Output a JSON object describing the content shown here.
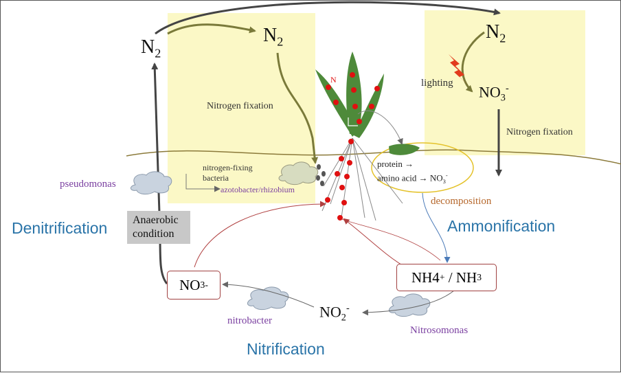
{
  "n2_left": {
    "base": "N",
    "sub": "2"
  },
  "n2_middle": {
    "base": "N",
    "sub": "2"
  },
  "n2_right": {
    "base": "N",
    "sub": "2"
  },
  "no3_top": {
    "base": "NO",
    "sub": "3",
    "sup": "-"
  },
  "no3_left": {
    "base": "NO",
    "sub": "3",
    "sup": "-"
  },
  "no2": {
    "base": "NO",
    "sub": "2",
    "sup": "-"
  },
  "ammonium": {
    "part1": "NH4",
    "sup": "+",
    "part2": " / NH",
    "sub": "3"
  },
  "plant_n_label": "N",
  "labels": {
    "nitrogen_fixation_left": "Nitrogen fixation",
    "nitrogen_fixation_right": "Nitrogen fixation",
    "lighting": "lighting",
    "nitrogen_fixing_bacteria": "nitrogen-fixing bacteria",
    "azotobacter": "azotobacter/rhizobium",
    "pseudomonas": "pseudomonas",
    "protein_line1": "protein →",
    "protein_line2": "amino acid → NO",
    "decomposition": "decomposition",
    "nitrobacter": "nitrobacter",
    "nitrosomonas": "Nitrosomonas",
    "anaerobic": "Anaerobic condition"
  },
  "processes": {
    "denitrification": "Denitrification",
    "ammonification": "Ammonification",
    "nitrification": "Nitrification"
  },
  "colors": {
    "highlight": "#fbf8c6",
    "leaf": "#4e8a3a",
    "nodule": "#e01010",
    "purple_text": "#7a3fa0",
    "blue_text": "#2a74a8",
    "arrow_dark": "#444444",
    "arrow_olive": "#7a7a3a",
    "box_border": "#a04040"
  }
}
